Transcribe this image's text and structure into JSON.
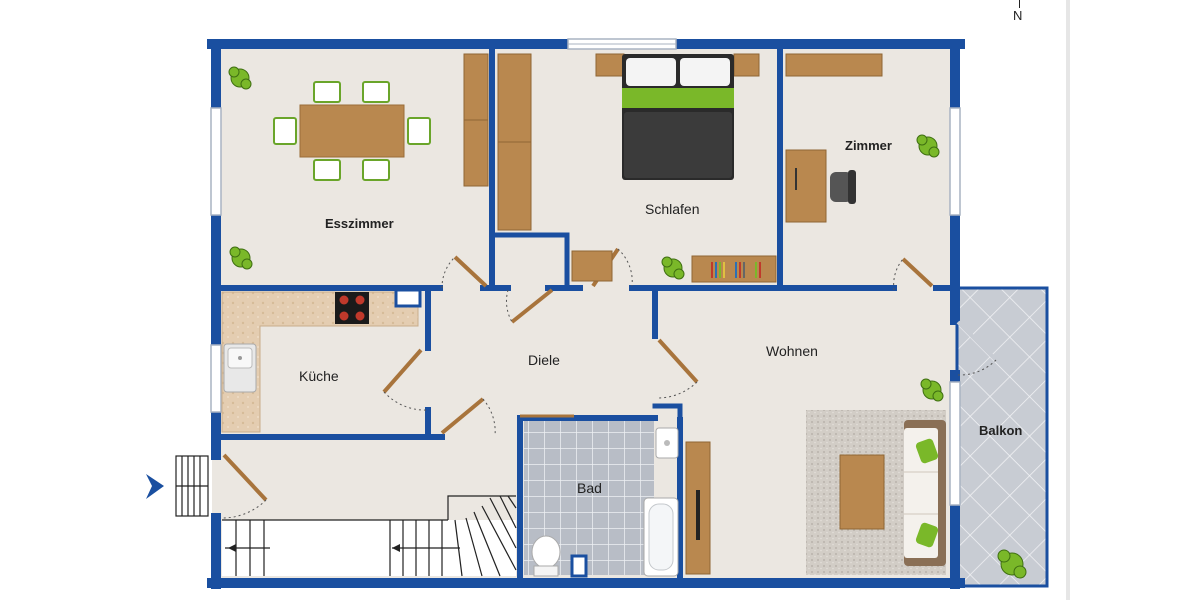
{
  "compass": {
    "label": "N"
  },
  "rooms": {
    "esszimmer": "Esszimmer",
    "schlafen": "Schlafen",
    "zimmer": "Zimmer",
    "kueche": "Küche",
    "diele": "Diele",
    "wohnen": "Wohnen",
    "bad": "Bad",
    "balkon": "Balkon"
  },
  "colors": {
    "wall": "#1a4fa0",
    "floor": "#ece8e2",
    "wood": "#b9884f",
    "tile": "#b9bec6",
    "balcony_tile": "#c4c8ce",
    "rug": "#cfcac3",
    "green": "#7ab829",
    "counter": "#e5cdb0",
    "entrance_arrow": "#1a4fa0"
  },
  "icons": {
    "entrance": "entrance-arrow-icon",
    "plants": "plant-icon",
    "stove": "stove-icon",
    "sink": "sink-icon",
    "toilet": "toilet-icon",
    "bathtub": "bathtub-icon",
    "bed": "bed-icon",
    "sofa": "sofa-icon",
    "chair": "office-chair-icon"
  }
}
